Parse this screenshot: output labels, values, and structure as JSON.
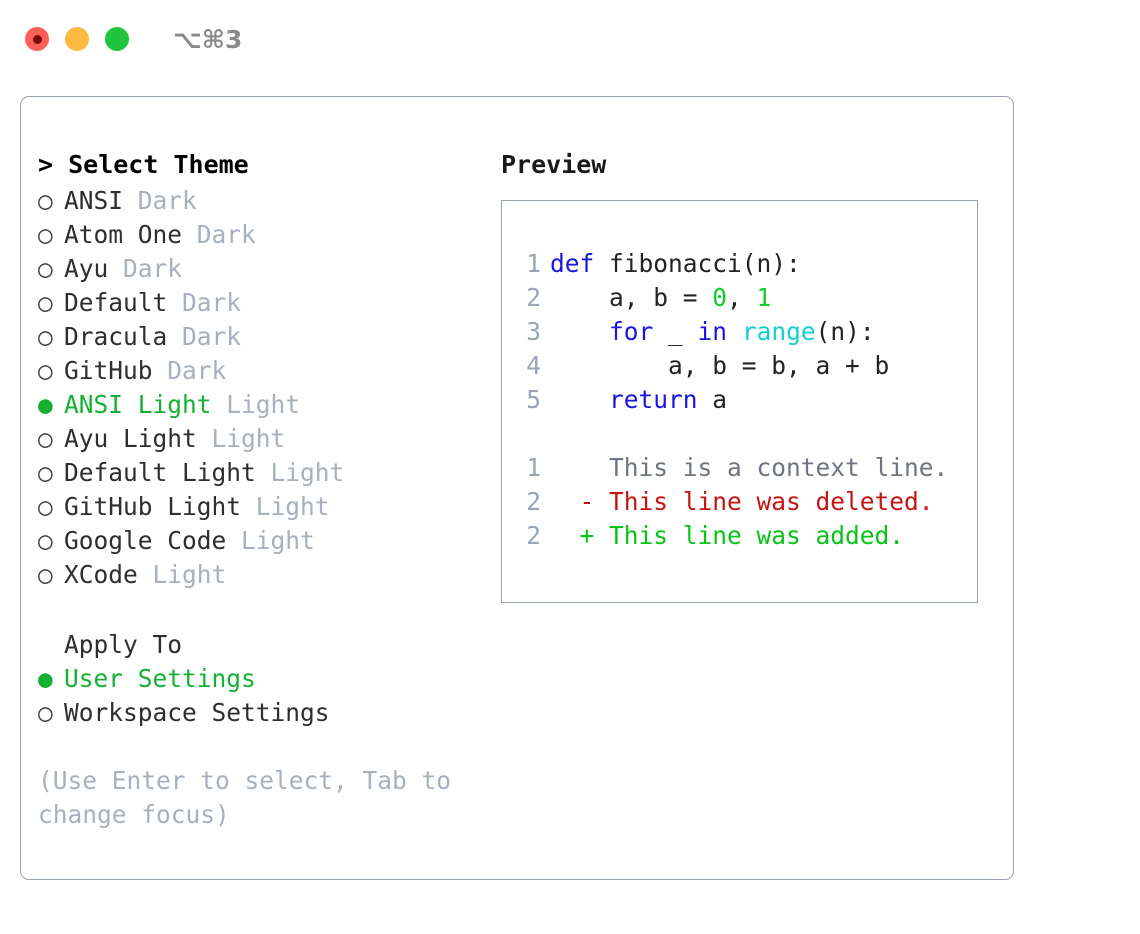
{
  "titlebar": {
    "shortcut_label": "⌥⌘3",
    "controls": [
      {
        "name": "close",
        "color": "#fc6058",
        "recording": true
      },
      {
        "name": "minimize",
        "color": "#fdbc40",
        "recording": false
      },
      {
        "name": "maximize",
        "color": "#21c53c",
        "recording": false
      }
    ]
  },
  "theme_panel": {
    "header": "> Select Theme",
    "items": [
      {
        "marker": "○",
        "name": "ANSI",
        "kind": "Dark",
        "selected": false
      },
      {
        "marker": "○",
        "name": "Atom One",
        "kind": "Dark",
        "selected": false
      },
      {
        "marker": "○",
        "name": "Ayu",
        "kind": "Dark",
        "selected": false
      },
      {
        "marker": "○",
        "name": "Default",
        "kind": "Dark",
        "selected": false
      },
      {
        "marker": "○",
        "name": "Dracula",
        "kind": "Dark",
        "selected": false
      },
      {
        "marker": "○",
        "name": "GitHub",
        "kind": "Dark",
        "selected": false
      },
      {
        "marker": "●",
        "name": "ANSI Light",
        "kind": "Light",
        "selected": true
      },
      {
        "marker": "○",
        "name": "Ayu Light",
        "kind": "Light",
        "selected": false
      },
      {
        "marker": "○",
        "name": "Default Light",
        "kind": "Light",
        "selected": false
      },
      {
        "marker": "○",
        "name": "GitHub Light",
        "kind": "Light",
        "selected": false
      },
      {
        "marker": "○",
        "name": "Google Code",
        "kind": "Light",
        "selected": false
      },
      {
        "marker": "○",
        "name": "XCode",
        "kind": "Light",
        "selected": false
      }
    ]
  },
  "apply_to": {
    "label": "Apply To",
    "options": [
      {
        "marker": "●",
        "label": "User Settings",
        "selected": true
      },
      {
        "marker": "○",
        "label": "Workspace Settings",
        "selected": false
      }
    ]
  },
  "hint": {
    "line1": "(Use Enter to select, Tab to",
    "line2": "change focus)"
  },
  "preview": {
    "title": "Preview",
    "code_lines": [
      {
        "num": "1",
        "tokens": [
          {
            "t": "def",
            "c": "kw"
          },
          {
            "t": " fibonacci(n):",
            "c": "plain"
          }
        ]
      },
      {
        "num": "2",
        "tokens": [
          {
            "t": "    a, b = ",
            "c": "plain"
          },
          {
            "t": "0",
            "c": "num"
          },
          {
            "t": ", ",
            "c": "plain"
          },
          {
            "t": "1",
            "c": "num"
          }
        ]
      },
      {
        "num": "3",
        "tokens": [
          {
            "t": "    ",
            "c": "plain"
          },
          {
            "t": "for",
            "c": "kw"
          },
          {
            "t": " _ ",
            "c": "plain"
          },
          {
            "t": "in",
            "c": "kw"
          },
          {
            "t": " ",
            "c": "plain"
          },
          {
            "t": "range",
            "c": "fn"
          },
          {
            "t": "(n):",
            "c": "plain"
          }
        ]
      },
      {
        "num": "4",
        "tokens": [
          {
            "t": "        a, b = b, a + b",
            "c": "plain"
          }
        ]
      },
      {
        "num": "5",
        "tokens": [
          {
            "t": "    ",
            "c": "plain"
          },
          {
            "t": "return",
            "c": "kw"
          },
          {
            "t": " a",
            "c": "plain"
          }
        ]
      }
    ],
    "diff_lines": [
      {
        "num": "1",
        "prefix": "  ",
        "text": "This is a context line.",
        "kind": "ctx"
      },
      {
        "num": "2",
        "prefix": "- ",
        "text": "This line was deleted.",
        "kind": "del"
      },
      {
        "num": "2",
        "prefix": "+ ",
        "text": "This line was added.",
        "kind": "add"
      }
    ]
  },
  "colors": {
    "accent_green": "#16b033",
    "keyword_blue": "#1a16e0",
    "number_green": "#0ecc2a",
    "function_cyan": "#13cfce",
    "muted_gray": "#a8b0bd",
    "border_gray": "#9aa4b2",
    "diff_delete_red": "#c41414",
    "diff_add_green": "#09c417"
  }
}
